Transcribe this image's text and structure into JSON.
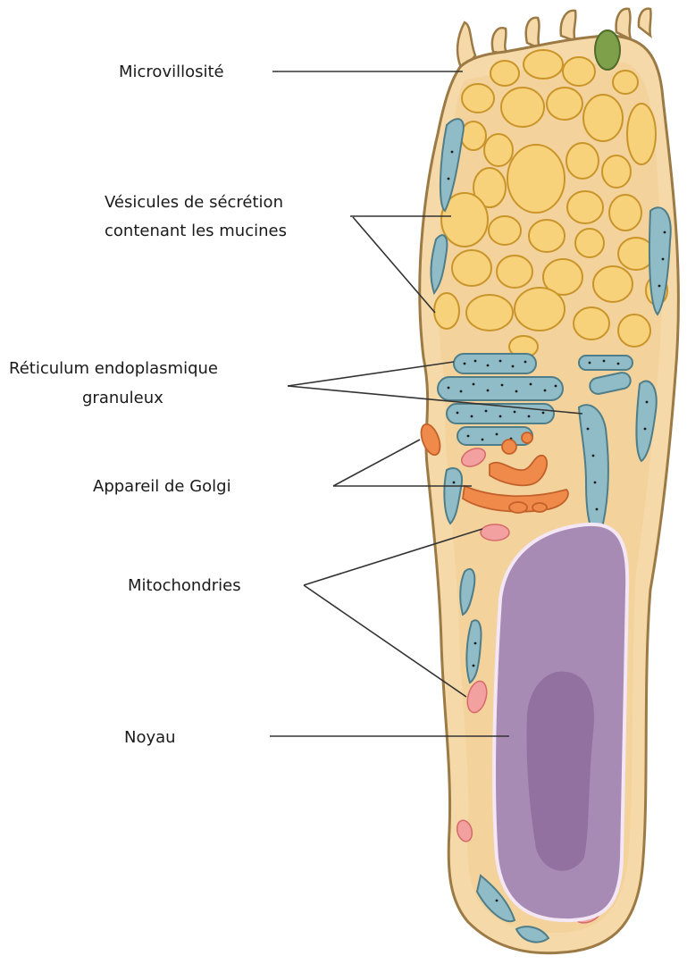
{
  "diagram": {
    "labels": {
      "microvillosite": "Microvillosité",
      "vesicules_line1": "Vésicules de sécrétion",
      "vesicules_line2": "contenant les mucines",
      "reticulum_line1": "Réticulum endoplasmique",
      "reticulum_line2": "granuleux",
      "golgi": "Appareil de Golgi",
      "mitochondries": "Mitochondries",
      "noyau": "Noyau"
    },
    "colors": {
      "cytoplasm": "#f6d9a8",
      "membrane": "#9c7a45",
      "vesicle": "#f7d27a",
      "vesicle_stroke": "#c9952a",
      "reticulum": "#8fbcc6",
      "golgi": "#f08a4b",
      "mitochondria": "#f2a0a0",
      "nucleus": "#a88bb5",
      "nucleolus": "#8e6c9e",
      "secretory_granule": "#7ea04a"
    }
  }
}
